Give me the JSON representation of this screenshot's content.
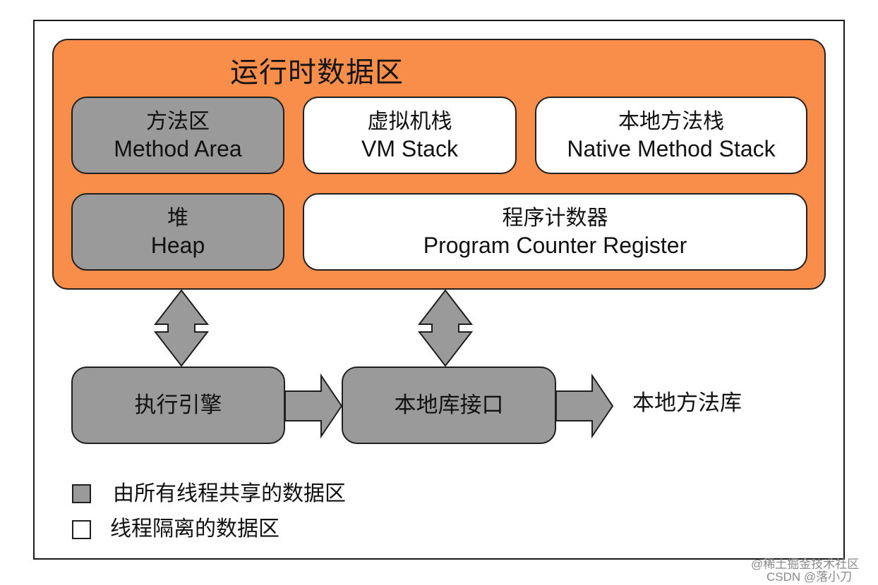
{
  "runtime_area": {
    "title": "运行时数据区"
  },
  "regions": {
    "method_area": {
      "zh": "方法区",
      "en": "Method Area"
    },
    "vm_stack": {
      "zh": "虚拟机栈",
      "en": "VM Stack"
    },
    "native_method_stack": {
      "zh": "本地方法栈",
      "en": "Native Method Stack"
    },
    "heap": {
      "zh": "堆",
      "en": "Heap"
    },
    "program_counter": {
      "zh": "程序计数器",
      "en": "Program Counter Register"
    }
  },
  "flow": {
    "execution_engine": "执行引擎",
    "native_interface": "本地库接口",
    "native_library": "本地方法库"
  },
  "legend": {
    "shared": "由所有线程共享的数据区",
    "isolated": "线程隔离的数据区"
  },
  "colors": {
    "runtime_fill": "#f98e4a",
    "shared_fill": "#9a9a9a",
    "isolated_fill": "#ffffff"
  },
  "watermark": {
    "line1": "@稀土掘金技术社区",
    "line2": "CSDN @落小刀"
  }
}
